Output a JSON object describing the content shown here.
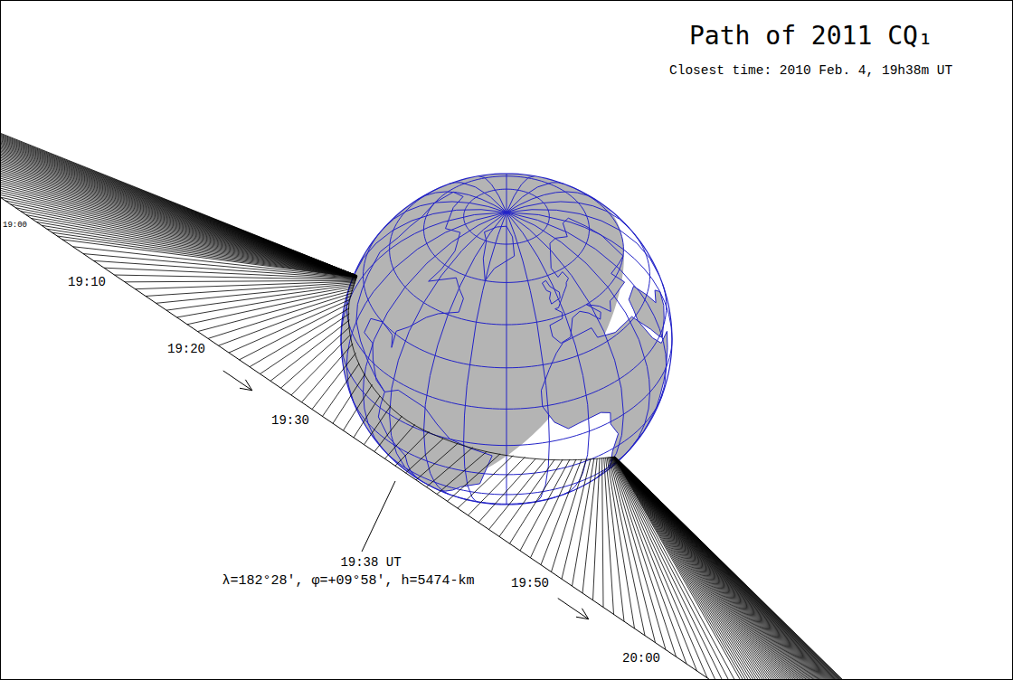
{
  "diagram": {
    "title": "Path of 2011 CQ₁",
    "caption": "Closest time: 2010 Feb. 4, 19h38m UT",
    "labels": [
      "19:00",
      "19:10",
      "19:20",
      "19:30",
      "19:38 UT",
      "λ=182°28', φ=+09°58', h=5474-km",
      "19:50",
      "20:00"
    ]
  }
}
